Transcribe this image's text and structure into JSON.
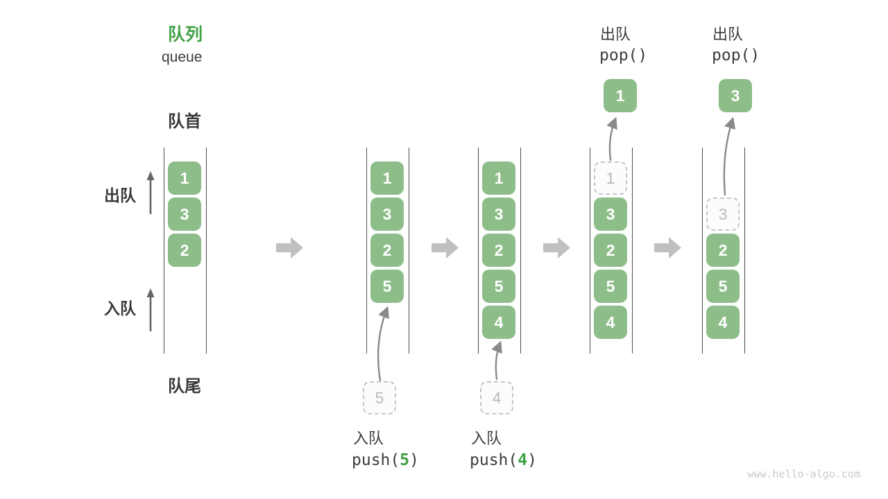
{
  "diagram": {
    "title": "队列",
    "subtitle": "queue",
    "front_label": "队首",
    "rear_label": "队尾",
    "side_dequeue_label": "出队",
    "side_enqueue_label": "入队",
    "watermark": "www.hello-algo.com"
  },
  "operations": {
    "push5": {
      "label": "入队",
      "code_pre": "push(",
      "arg": "5",
      "code_post": ")"
    },
    "push4": {
      "label": "入队",
      "code_pre": "push(",
      "arg": "4",
      "code_post": ")"
    },
    "pop1": {
      "label": "出队",
      "code": "pop()"
    },
    "pop2": {
      "label": "出队",
      "code": "pop()"
    }
  },
  "states": [
    {
      "cells": [
        "1",
        "3",
        "2"
      ]
    },
    {
      "cells": [
        "1",
        "3",
        "2",
        "5"
      ],
      "incoming": "5"
    },
    {
      "cells": [
        "1",
        "3",
        "2",
        "5",
        "4"
      ],
      "incoming": "4"
    },
    {
      "ghost": "1",
      "cells": [
        "3",
        "2",
        "5",
        "4"
      ],
      "popped": "1"
    },
    {
      "ghost": "3",
      "cells": [
        "2",
        "5",
        "4"
      ],
      "popped": "3"
    }
  ],
  "colors": {
    "cell_green": "#8dbd89",
    "accent_green": "#42a047",
    "code_arg_green": "#3da142",
    "transition_arrow_gray": "#c0c0c0",
    "curve_arrow_gray": "#8a8a8a",
    "rail_dark": "#4a4a4a",
    "ghost_gray": "#b9b9b9",
    "text_dark": "#3c3c3c",
    "watermark_gray": "#c9c9c9"
  }
}
